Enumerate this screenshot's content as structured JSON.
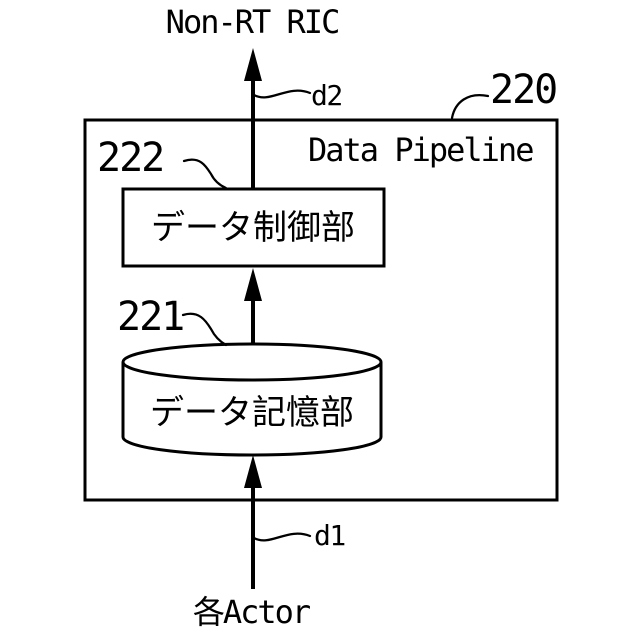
{
  "diagram": {
    "type": "block-diagram",
    "background": "#ffffff",
    "line_color": "#000000",
    "nodes": {
      "top_external": {
        "label": "Non-RT RIC"
      },
      "bottom_external": {
        "label": "各Actor"
      },
      "pipeline": {
        "ref": "220",
        "title": "Data Pipeline"
      },
      "control": {
        "ref": "222",
        "label": "データ制御部"
      },
      "storage": {
        "ref": "221",
        "label": "データ記憶部"
      }
    },
    "flows": {
      "d2": {
        "label": "d2",
        "from": "データ制御部",
        "to": "Non-RT RIC"
      },
      "d1": {
        "label": "d1",
        "from": "各Actor",
        "to": "データ記憶部"
      },
      "internal": {
        "label": "",
        "from": "データ記憶部",
        "to": "データ制御部"
      }
    }
  }
}
